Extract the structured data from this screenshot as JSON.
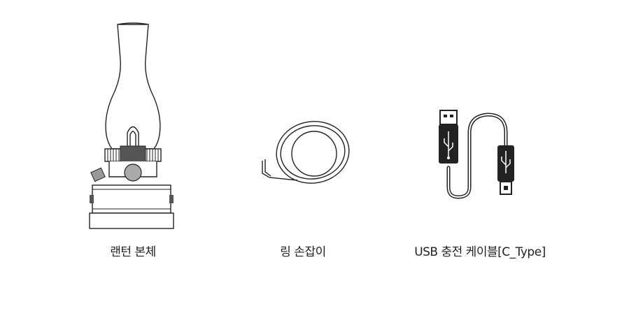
{
  "items": [
    {
      "label": "랜턴 본체",
      "icon": "lantern-icon"
    },
    {
      "label": "링 손잡이",
      "icon": "ring-handle-icon"
    },
    {
      "label": "USB 충전 케이블[C_Type]",
      "icon": "usb-cable-icon"
    }
  ],
  "colors": {
    "stroke": "#222222",
    "fill": "#ffffff"
  }
}
